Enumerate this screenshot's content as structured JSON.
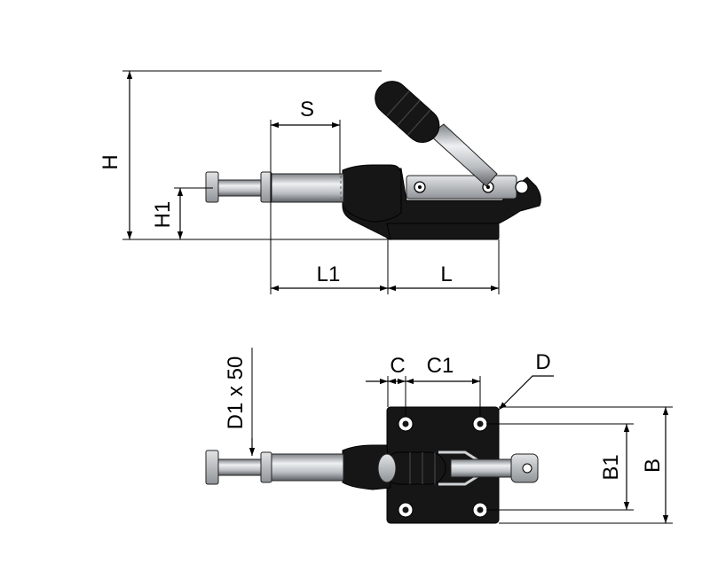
{
  "colors": {
    "body": "#161616",
    "steel_light": "#d0d3d6",
    "steel_dark": "#6e7276",
    "line": "#000000",
    "background": "#ffffff"
  },
  "side_view": {
    "dimensions": {
      "H": "H",
      "S": "S",
      "H1": "H1",
      "L1": "L1",
      "L": "L"
    }
  },
  "top_view": {
    "dimensions": {
      "C": "C",
      "C1": "C1",
      "D": "D",
      "D1": "D1 x 50",
      "B1": "B1",
      "B": "B"
    }
  }
}
